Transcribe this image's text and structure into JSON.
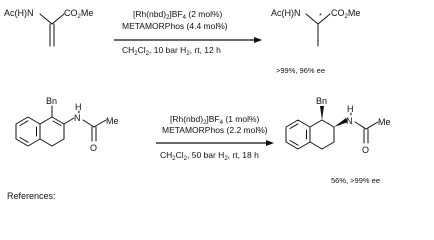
{
  "reaction1": {
    "reactant": {
      "acylamino": "Ac(H)N",
      "ester": "CO",
      "ester_sub": "2",
      "ester_end": "Me"
    },
    "conditions": {
      "catalyst_a": "[Rh(nbd)",
      "catalyst_sub": "2",
      "catalyst_b": "]BF",
      "catalyst_sub2": "4",
      "catalyst_loading": " (2 mol%)",
      "ligand": "METAMORPhos (4.4 mol%)",
      "solvent_a": "CH",
      "solvent_sub1": "2",
      "solvent_b": "Cl",
      "solvent_sub2": "2",
      "solvent_c": ", 10 bar H",
      "solvent_sub3": "2",
      "solvent_d": ", rt, 12 h"
    },
    "product": {
      "acylamino": "Ac(H)N",
      "stereocenter": "*",
      "ester": "CO",
      "ester_sub": "2",
      "ester_end": "Me"
    },
    "result": ">99%, 96% ee"
  },
  "reaction2": {
    "reactant": {
      "benzyl": "Bn",
      "n_h": "H",
      "nitrogen": "N",
      "methyl": "Me",
      "oxygen": "O"
    },
    "conditions": {
      "catalyst_a": "[Rh(nbd)",
      "catalyst_sub": "2",
      "catalyst_b": "]BF",
      "catalyst_sub2": "4",
      "catalyst_loading": " (1 mol%)",
      "ligand": "METAMORPhos (2.2 mol%)",
      "solvent_a": "CH",
      "solvent_sub1": "2",
      "solvent_b": "Cl",
      "solvent_sub2": "2",
      "solvent_c": ", 50 bar H",
      "solvent_sub3": "2",
      "solvent_d": ", rt, 18 h"
    },
    "product": {
      "benzyl": "Bn",
      "n_h": "H",
      "nitrogen": "N",
      "methyl": "Me",
      "oxygen": "O"
    },
    "result": "56%, >99% ee"
  },
  "footer": {
    "references_label": "References:"
  }
}
